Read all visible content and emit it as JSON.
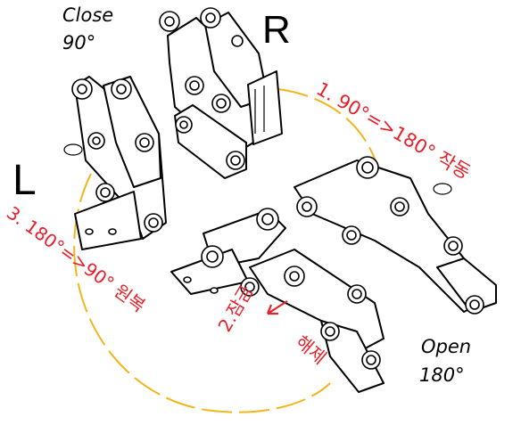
{
  "labels": {
    "close_text_1": "Close",
    "close_text_2": "90°",
    "right_mark": "R",
    "left_mark": "L",
    "open_text_1": "Open",
    "open_text_2": "180°"
  },
  "steps": {
    "step1": "1. 90°=>180° 작동",
    "step2": "2.잠금 해제",
    "step3": "3. 180°=>90° 원복"
  },
  "colors": {
    "path": "#f2b61b",
    "annotation": "#e8202a",
    "line": "#000000"
  }
}
